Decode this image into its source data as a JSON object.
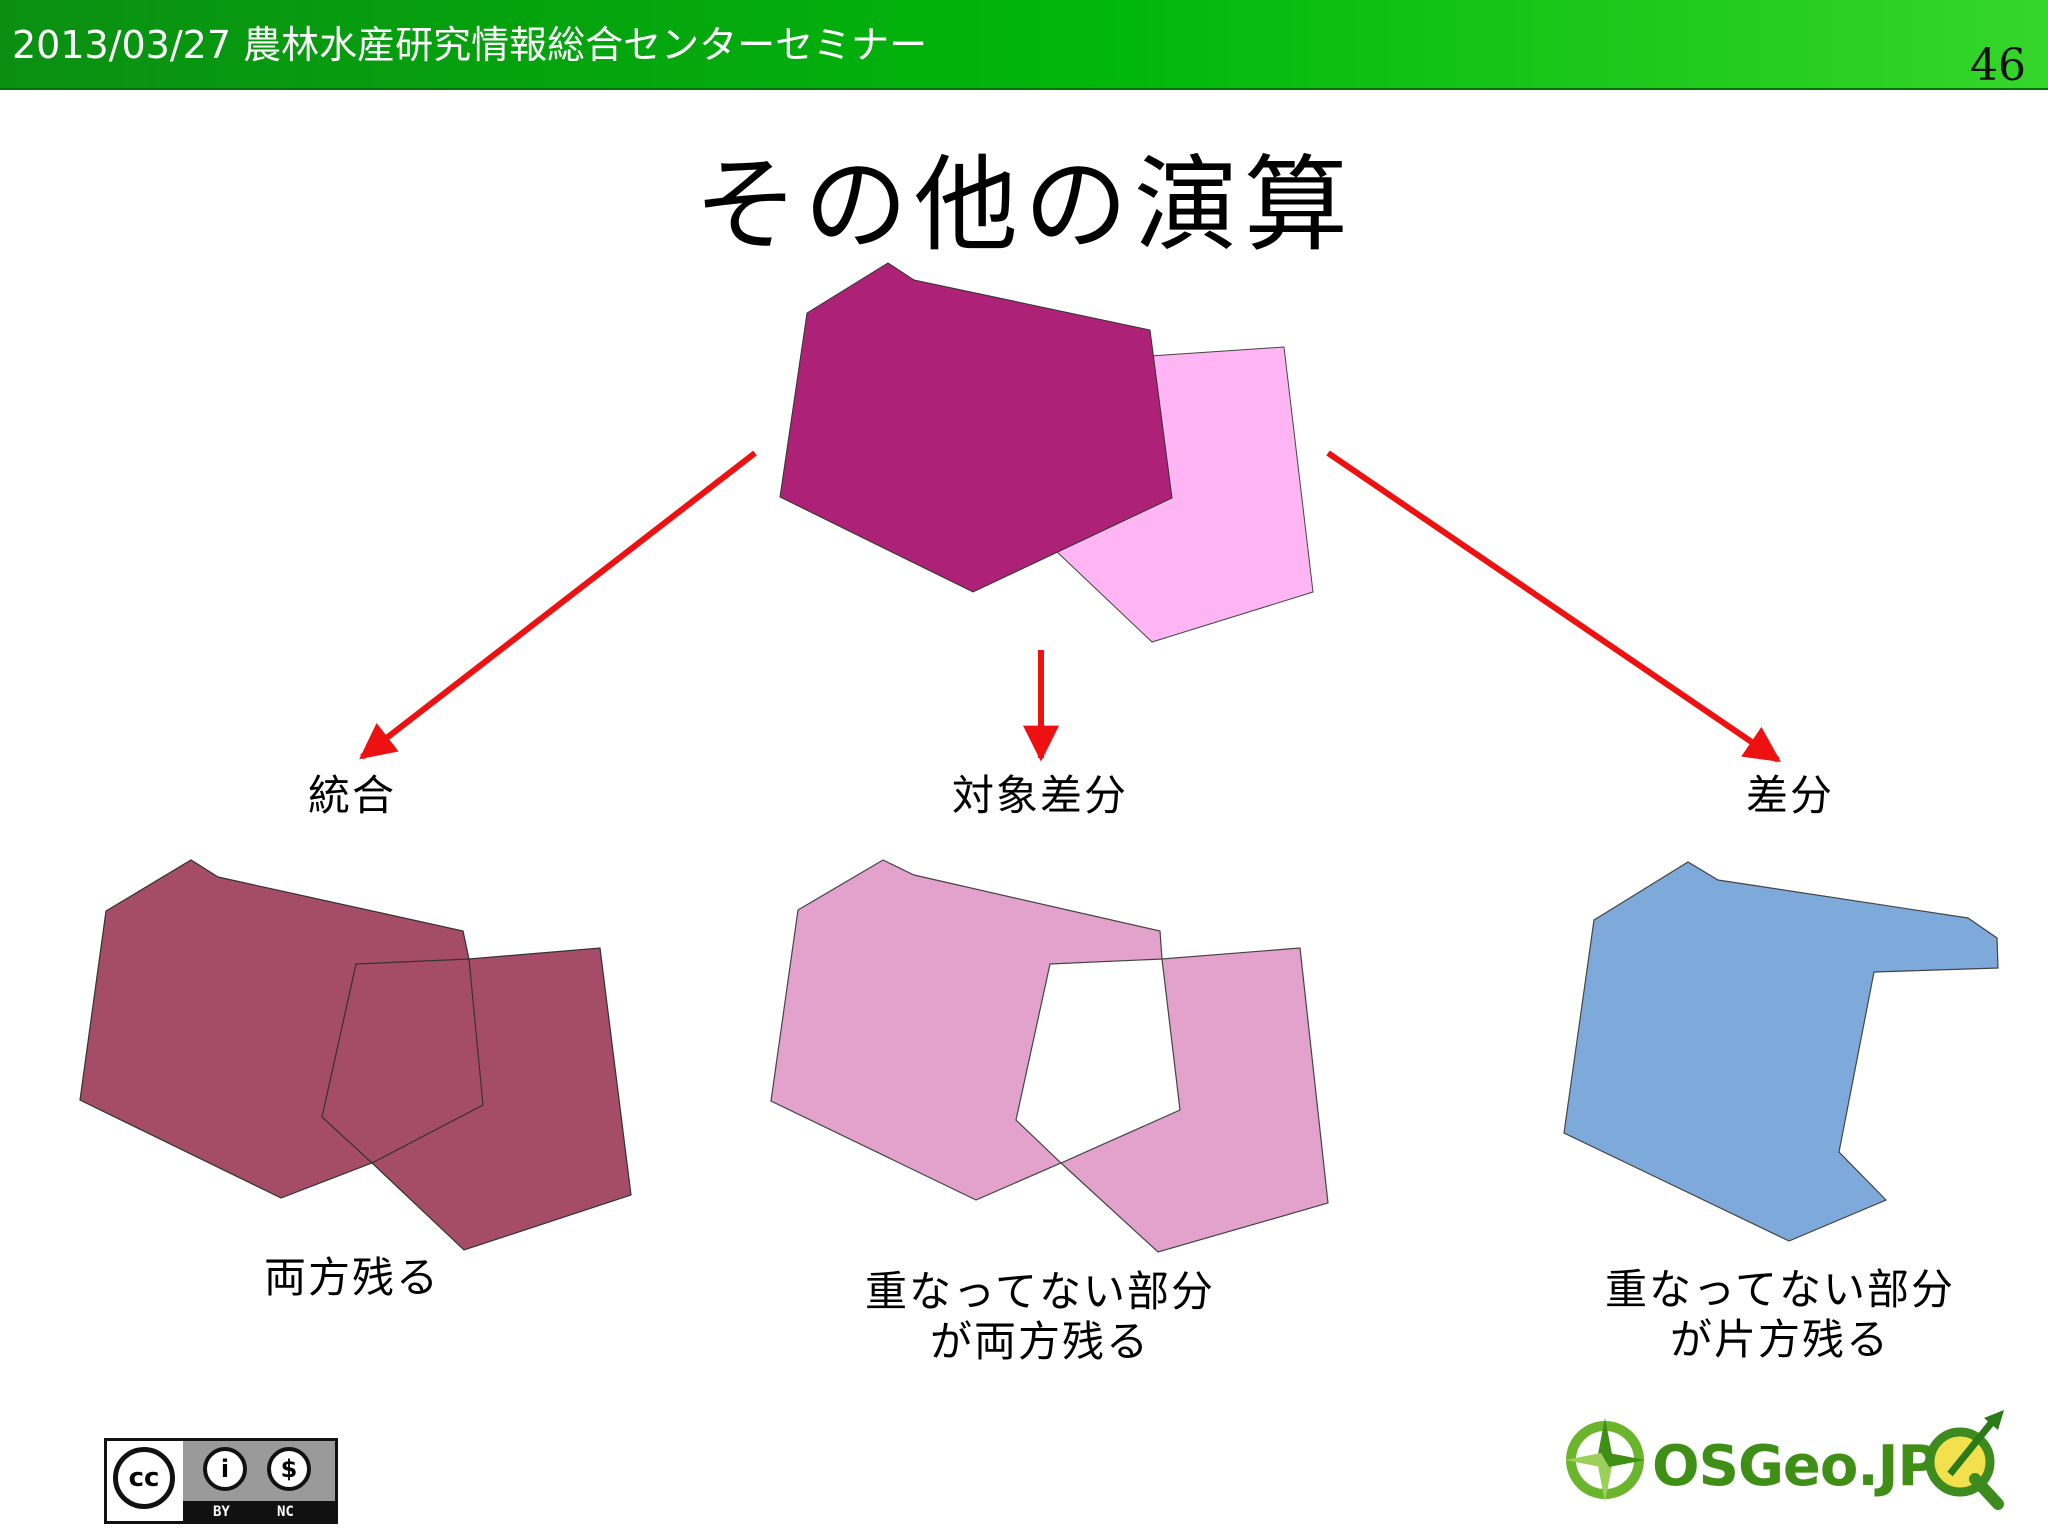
{
  "header": {
    "title": "2013/03/27 農林水産研究情報総合センターセミナー",
    "slide_number": "46"
  },
  "slide": {
    "title": "その他の演算"
  },
  "operations": [
    {
      "name": "統合",
      "caption": "両方残る"
    },
    {
      "name": "対象差分",
      "caption_line1": "重なってない部分",
      "caption_line2": "が両方残る"
    },
    {
      "name": "差分",
      "caption_line1": "重なってない部分",
      "caption_line2": "が片方残る"
    }
  ],
  "colors": {
    "header_bg": "#00b80a",
    "arrow": "#ee1111",
    "source_a": "#ad2277",
    "source_b": "#ffb4f3",
    "union": "#a54c68",
    "sym_diff": "#e2a2cc",
    "difference": "#7eaadb"
  },
  "footer": {
    "license_by": "BY",
    "license_nc": "NC",
    "logo_text": "OSGeo.JP"
  }
}
